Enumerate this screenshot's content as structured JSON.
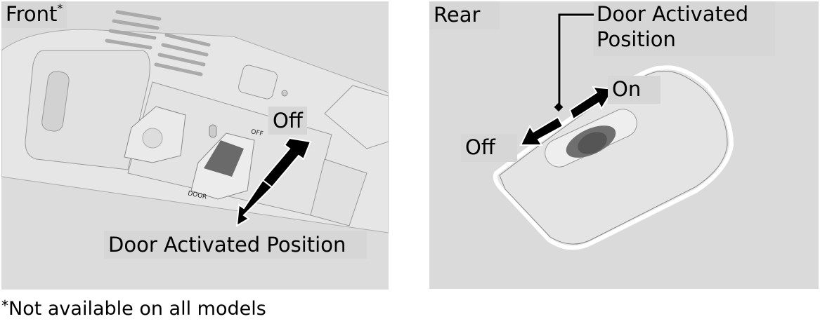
{
  "front": {
    "title": "Front",
    "title_marker": "*",
    "labels": {
      "off": "Off",
      "door_activated": "Door Activated Position"
    },
    "switch_text": {
      "off": "OFF",
      "door": "DOOR"
    }
  },
  "rear": {
    "title": "Rear",
    "labels": {
      "door_activated_line1": "Door Activated",
      "door_activated_line2": "Position",
      "on": "On",
      "off": "Off"
    }
  },
  "footnote": {
    "marker": "*",
    "text": "Not available on all models"
  }
}
